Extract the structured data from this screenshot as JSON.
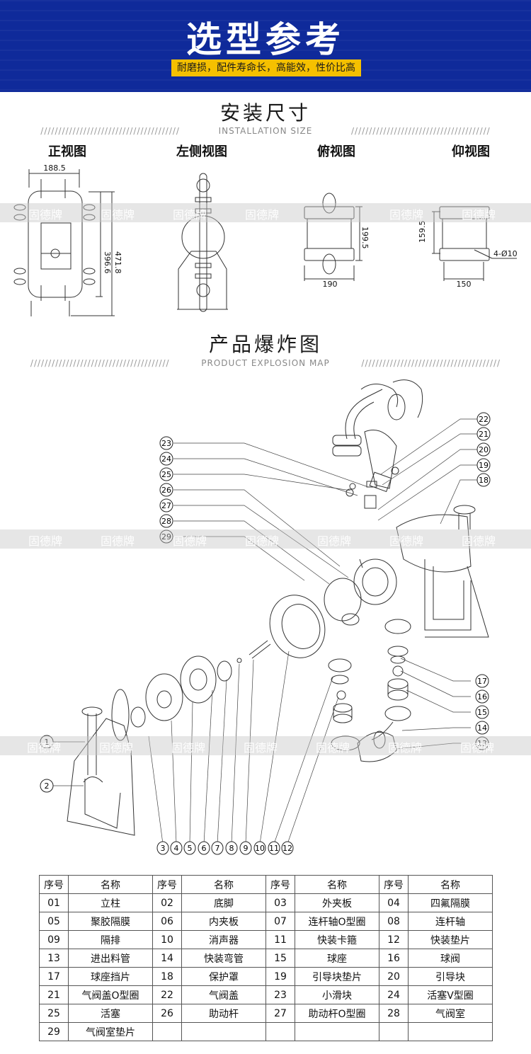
{
  "banner": {
    "title": "选型参考",
    "subtitle": "耐磨损，配件寿命长，高能效，性价比高",
    "bg_color": "#0f2a9a",
    "accent_color": "#f5c000"
  },
  "installation": {
    "title": "安装尺寸",
    "subtitle": "INSTALLATION SIZE",
    "divider": "///////////////////////////////////////",
    "views": [
      {
        "label": "正视图",
        "dims": [
          "188.5",
          "396.6",
          "471.8"
        ]
      },
      {
        "label": "左侧视图",
        "dims": []
      },
      {
        "label": "俯视图",
        "dims": [
          "199.5",
          "190"
        ]
      },
      {
        "label": "仰视图",
        "dims": [
          "159.5",
          "150",
          "4-Ø10"
        ]
      }
    ]
  },
  "explosion": {
    "title": "产品爆炸图",
    "subtitle": "PRODUCT EXPLOSION MAP",
    "divider": "///////////////////////////////////////",
    "callouts_left": [
      "23",
      "24",
      "25",
      "26",
      "27",
      "28",
      "29"
    ],
    "callouts_right": [
      "22",
      "21",
      "20",
      "19",
      "18"
    ],
    "callouts_right_lower": [
      "17",
      "16",
      "15",
      "14",
      "13"
    ],
    "callouts_bottom": [
      "3",
      "4",
      "5",
      "6",
      "7",
      "8",
      "9",
      "10",
      "11",
      "12"
    ],
    "callouts_base": [
      "1",
      "2"
    ]
  },
  "watermark": "固德牌",
  "parts_table": {
    "headers": [
      "序号",
      "名称",
      "序号",
      "名称",
      "序号",
      "名称",
      "序号",
      "名称"
    ],
    "rows": [
      [
        "01",
        "立柱",
        "02",
        "底脚",
        "03",
        "外夹板",
        "04",
        "四氟隔膜"
      ],
      [
        "05",
        "聚胶隔膜",
        "06",
        "内夹板",
        "07",
        "连杆轴O型圈",
        "08",
        "连杆轴"
      ],
      [
        "09",
        "隔排",
        "10",
        "消声器",
        "11",
        "快装卡箍",
        "12",
        "快装垫片"
      ],
      [
        "13",
        "进出料管",
        "14",
        "快装弯管",
        "15",
        "球座",
        "16",
        "球阀"
      ],
      [
        "17",
        "球座挡片",
        "18",
        "保护罩",
        "19",
        "引导块垫片",
        "20",
        "引导块"
      ],
      [
        "21",
        "气阀盖O型圈",
        "22",
        "气阀盖",
        "23",
        "小滑块",
        "24",
        "活塞V型圈"
      ],
      [
        "25",
        "活塞",
        "26",
        "助动杆",
        "27",
        "助动杆O型圈",
        "28",
        "气阀室"
      ],
      [
        "29",
        "气阀室垫片",
        "",
        "",
        "",
        "",
        "",
        ""
      ]
    ]
  }
}
